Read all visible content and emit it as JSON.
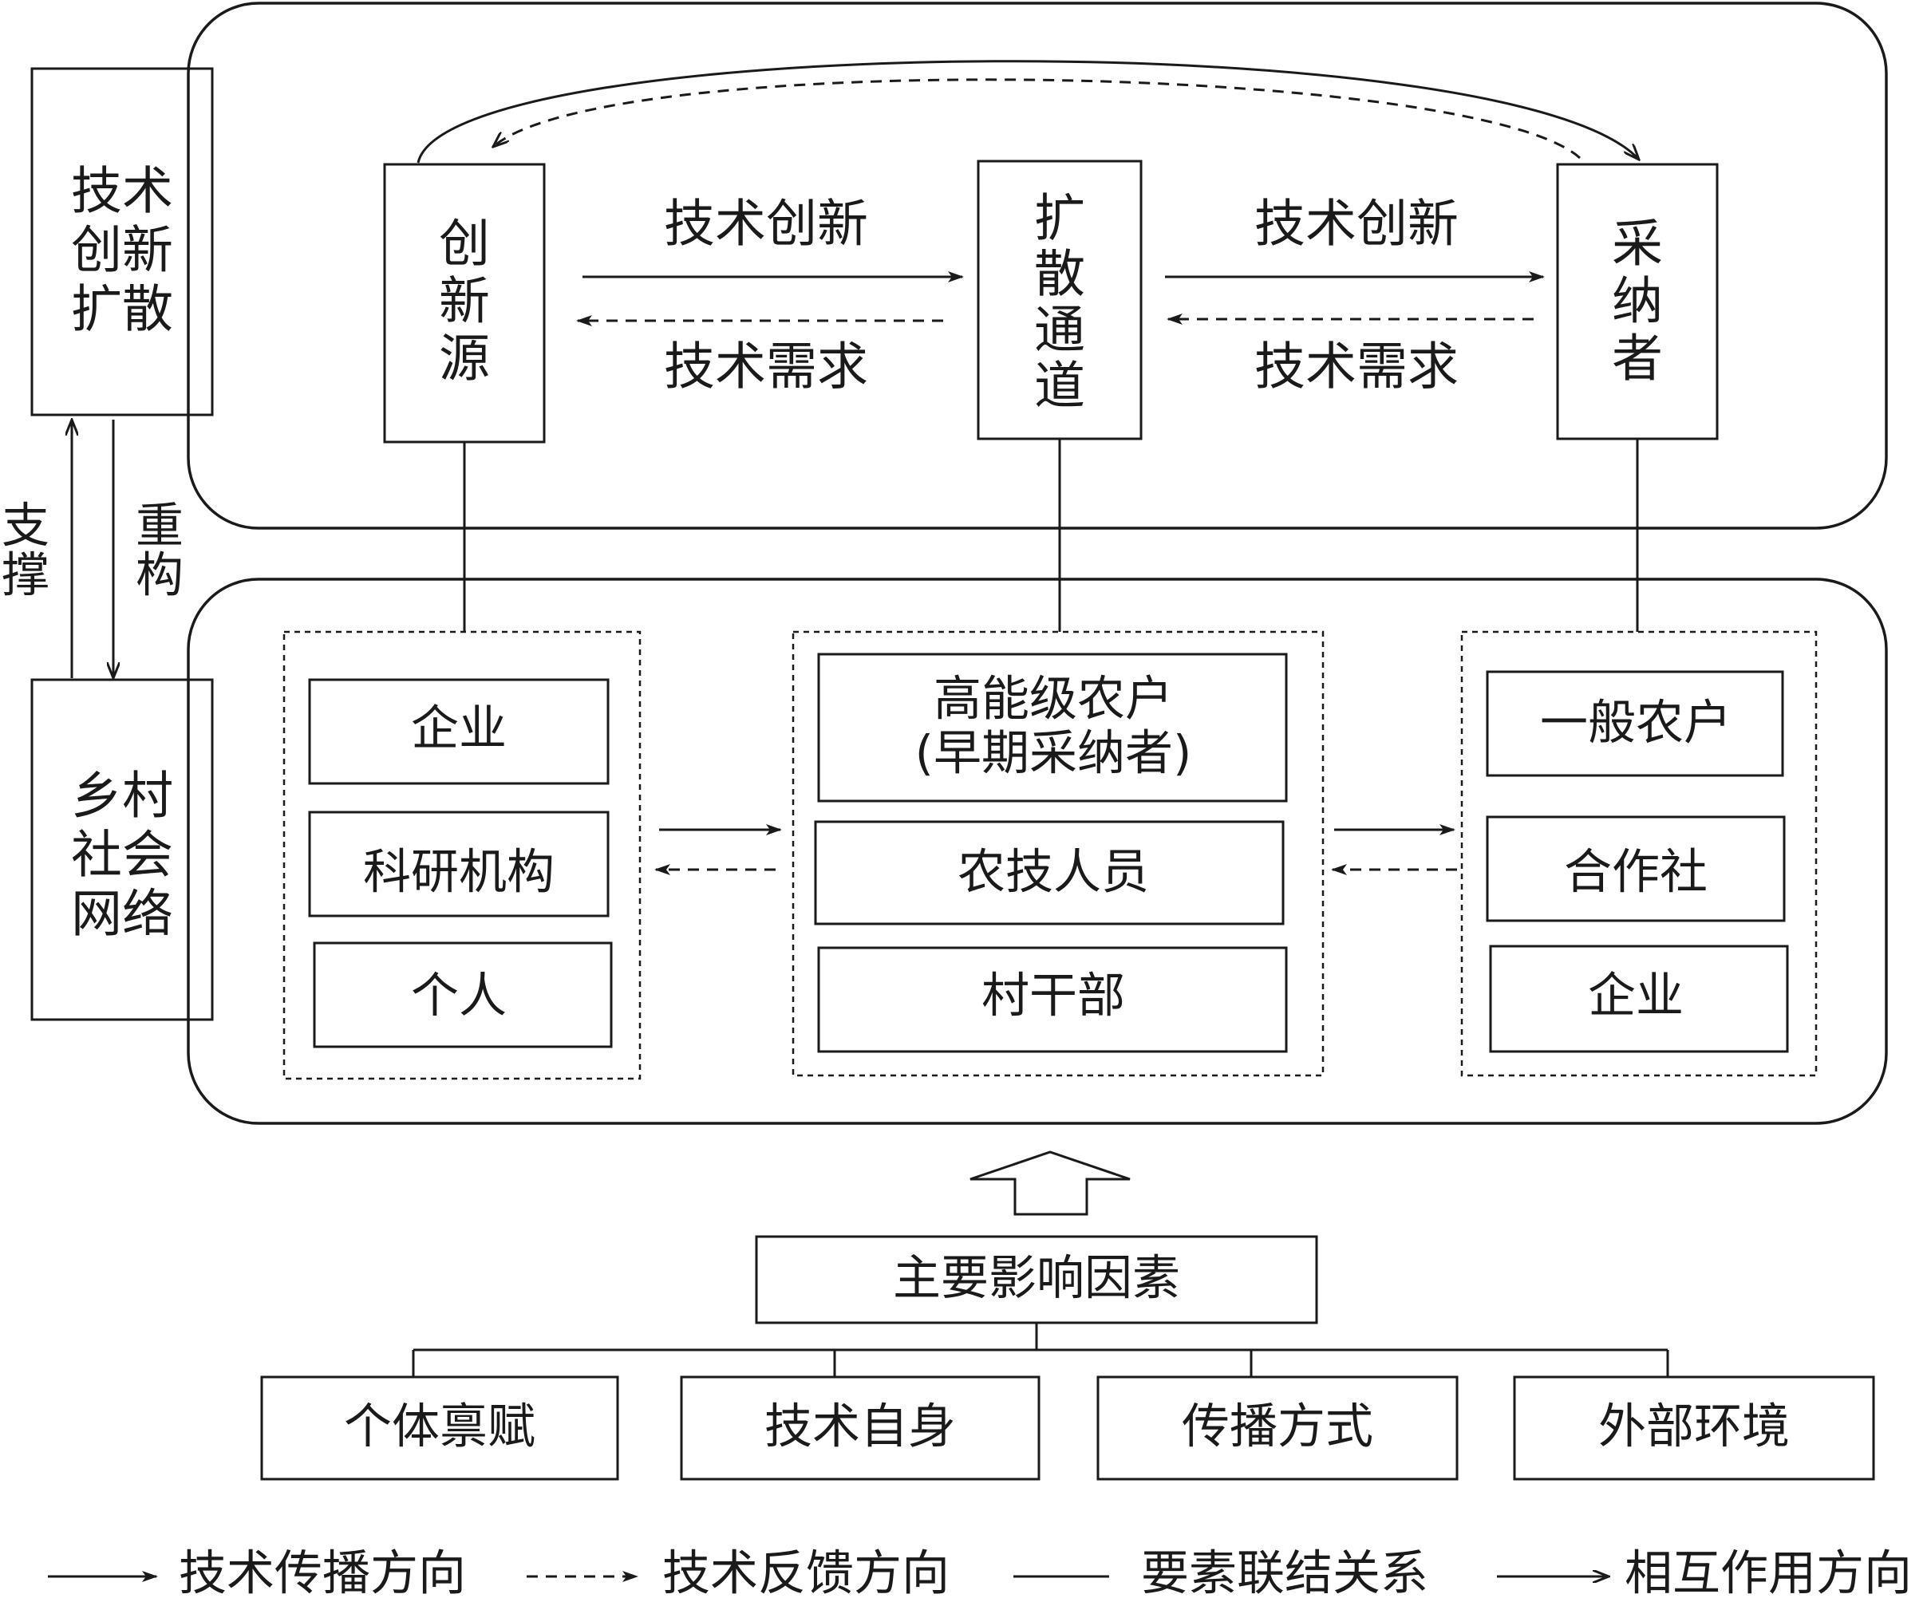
{
  "left": {
    "top_box_lines": [
      "技术",
      "创新",
      "扩散"
    ],
    "bottom_box_lines": [
      "乡村",
      "社会",
      "网络"
    ],
    "support_label": [
      "支",
      "撑"
    ],
    "rebuild_label": [
      "重",
      "构"
    ]
  },
  "top_panel": {
    "source_lines": [
      "创",
      "新",
      "源"
    ],
    "channel_lines": [
      "扩",
      "散",
      "通",
      "道"
    ],
    "adopter_lines": [
      "采",
      "纳",
      "者"
    ],
    "arrow_label_innovation": "技术创新",
    "arrow_label_demand": "技术需求"
  },
  "bottom_panel": {
    "left_group": [
      "企业",
      "科研机构",
      "个人"
    ],
    "middle_group": {
      "item1_line1": "高能级农户",
      "item1_line2": "(早期采纳者)",
      "item2": "农技人员",
      "item3": "村干部"
    },
    "right_group": [
      "一般农户",
      "合作社",
      "企业"
    ]
  },
  "factors": {
    "title": "主要影响因素",
    "items": [
      "个体禀赋",
      "技术自身",
      "传播方式",
      "外部环境"
    ]
  },
  "legend": {
    "solid_arrow": "技术传播方向",
    "dashed_arrow": "技术反馈方向",
    "line": "要素联结关系",
    "open_arrow": "相互作用方向"
  }
}
